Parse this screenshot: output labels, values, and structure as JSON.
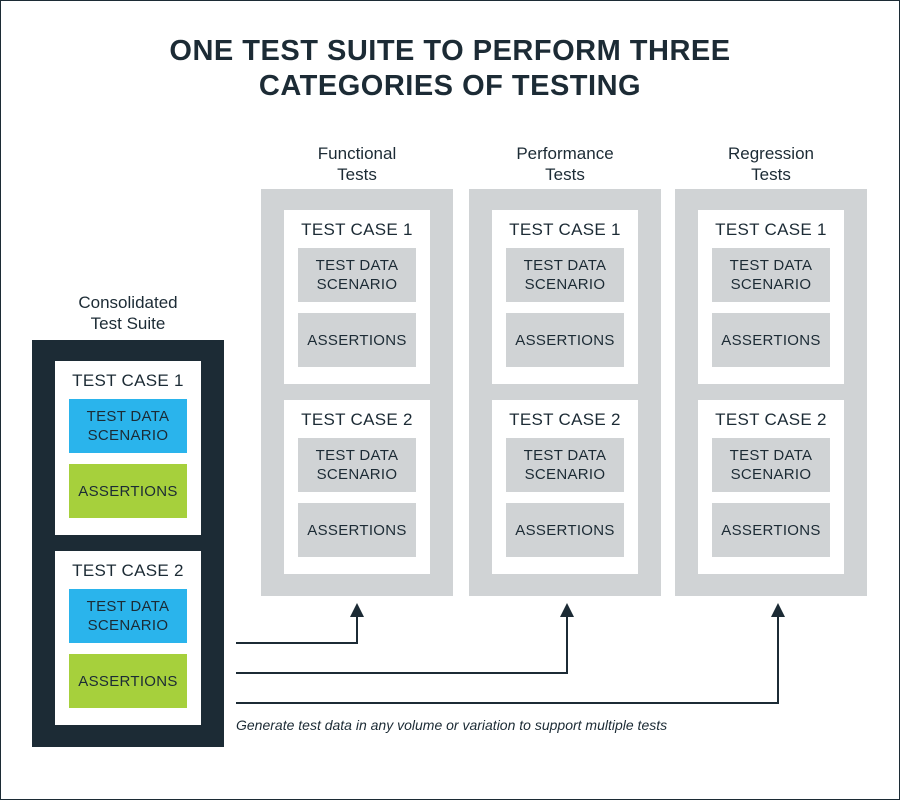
{
  "title": {
    "line1": "ONE TEST SUITE TO PERFORM THREE",
    "line2": "CATEGORIES OF TESTING"
  },
  "consolidated": {
    "label_line1": "Consolidated",
    "label_line2": "Test Suite",
    "test_cases": [
      {
        "title": "TEST CASE 1",
        "data_line1": "TEST DATA",
        "data_line2": "SCENARIO",
        "assertions": "ASSERTIONS"
      },
      {
        "title": "TEST CASE 2",
        "data_line1": "TEST DATA",
        "data_line2": "SCENARIO",
        "assertions": "ASSERTIONS"
      }
    ]
  },
  "categories": [
    {
      "label_line1": "Functional",
      "label_line2": "Tests",
      "test_cases": [
        {
          "title": "TEST CASE 1",
          "data_line1": "TEST DATA",
          "data_line2": "SCENARIO",
          "assertions": "ASSERTIONS"
        },
        {
          "title": "TEST CASE 2",
          "data_line1": "TEST DATA",
          "data_line2": "SCENARIO",
          "assertions": "ASSERTIONS"
        }
      ]
    },
    {
      "label_line1": "Performance",
      "label_line2": "Tests",
      "test_cases": [
        {
          "title": "TEST CASE 1",
          "data_line1": "TEST DATA",
          "data_line2": "SCENARIO",
          "assertions": "ASSERTIONS"
        },
        {
          "title": "TEST CASE 2",
          "data_line1": "TEST DATA",
          "data_line2": "SCENARIO",
          "assertions": "ASSERTIONS"
        }
      ]
    },
    {
      "label_line1": "Regression",
      "label_line2": "Tests",
      "test_cases": [
        {
          "title": "TEST CASE 1",
          "data_line1": "TEST DATA",
          "data_line2": "SCENARIO",
          "assertions": "ASSERTIONS"
        },
        {
          "title": "TEST CASE 2",
          "data_line1": "TEST DATA",
          "data_line2": "SCENARIO",
          "assertions": "ASSERTIONS"
        }
      ]
    }
  ],
  "caption": "Generate test data in any volume or variation to support multiple tests",
  "colors": {
    "dark": "#1c2b35",
    "panel_gray": "#d0d3d5",
    "test_data_blue": "#2ab4ec",
    "assertions_green": "#a6d03c"
  }
}
